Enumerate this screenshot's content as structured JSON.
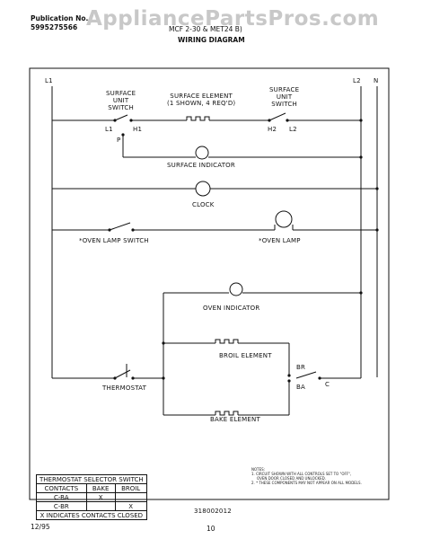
{
  "header": {
    "publication_label": "Publication No.",
    "publication_number": "5995275566",
    "model_text": "MCF  2-30  & MET24 B)",
    "section_title": "WIRING DIAGRAM",
    "watermark": "AppliancePartsPros.com"
  },
  "diagram": {
    "left_line": "L1",
    "right_line": "L2",
    "neutral": "N",
    "surface_switch_left": "SURFACE\nUNIT\nSWITCH",
    "surface_element": "SURFACE ELEMENT\n(1 SHOWN, 4 REQ'D)",
    "surface_switch_right": "SURFACE\nUNIT\nSWITCH",
    "terminal_l1": "L1",
    "terminal_h1": "H1",
    "terminal_p": "P",
    "terminal_h2": "H2",
    "terminal_l2": "L2",
    "surface_indicator": "SURFACE INDICATOR",
    "clock": "CLOCK",
    "oven_lamp_switch": "*OVEN LAMP SWITCH",
    "oven_lamp": "*OVEN LAMP",
    "oven_indicator": "OVEN INDICATOR",
    "broil_element": "BROIL ELEMENT",
    "bake_element": "BAKE ELEMENT",
    "thermostat": "THERMOSTAT",
    "terminal_br": "BR",
    "terminal_ba": "BA",
    "terminal_c": "C"
  },
  "selector_table": {
    "title": "THERMOSTAT SELECTOR SWITCH",
    "headers": [
      "CONTACTS",
      "BAKE",
      "BROIL"
    ],
    "rows": [
      [
        "C-BA",
        "X",
        ""
      ],
      [
        "C-BR",
        "",
        "X"
      ]
    ],
    "footer": "X INDICATES CONTACTS CLOSED"
  },
  "notes": {
    "title": "NOTES:",
    "line1": "1. CIRCUIT SHOWN WITH ALL CONTROLS SET TO \"OFF\",",
    "line2": "OVEN DOOR CLOSED AND UNLOCKED.",
    "line3": "2. * THESE COMPONENTS MAY NOT APPEAR ON ALL MODELS."
  },
  "footer": {
    "part_number": "318002012",
    "date": "12/95",
    "page": "10"
  }
}
